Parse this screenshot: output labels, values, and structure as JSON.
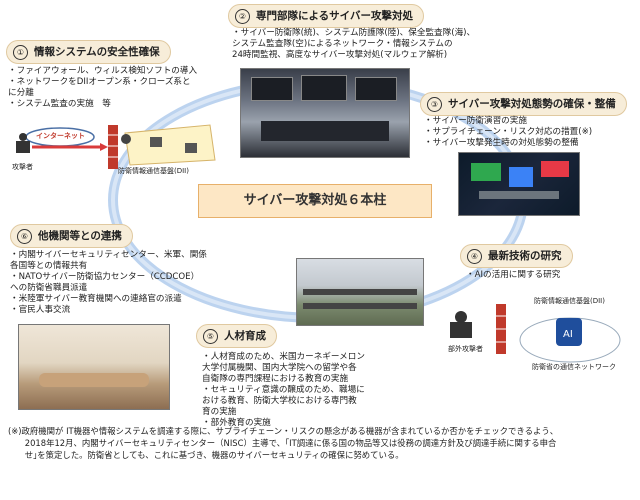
{
  "center": {
    "label": "サイバー攻撃対処６本柱"
  },
  "pillars": [
    {
      "num": "①",
      "title": "情報システムの安全性確保",
      "lines": [
        "・ファイアウォール、ウィルス検知ソフトの導入",
        "・ネットワークをDIIオープン系・クローズ系と",
        "  に分離",
        "・システム監査の実施　等"
      ]
    },
    {
      "num": "②",
      "title": "専門部隊によるサイバー攻撃対処",
      "lines": [
        "・サイバー防衛隊(統)、システム防護隊(陸)、保全監査隊(海)、",
        "  システム監査隊(空)によるネットワーク・情報システムの",
        "  24時間監視、高度なサイバー攻撃対処(マルウェア解析)"
      ]
    },
    {
      "num": "③",
      "title": "サイバー攻撃対処態勢の確保・整備",
      "lines": [
        "・サイバー防衛演習の実施",
        "・サプライチェーン・リスク対応の措置(※)",
        "・サイバー攻撃発生時の対処態勢の整備"
      ]
    },
    {
      "num": "④",
      "title": "最新技術の研究",
      "lines": [
        "・AIの活用に関する研究"
      ]
    },
    {
      "num": "⑤",
      "title": "人材育成",
      "lines": [
        "・人材育成のため、米国カーネギーメロン",
        "  大学付属機関、国内大学院への留学や各",
        "  自衛隊の専門課程における教育の実施",
        "・セキュリティ意識の醸成のため、職場に",
        "  おける教育、防衛大学校における専門教",
        "  育の実施",
        "・部外教育の実施"
      ]
    },
    {
      "num": "⑥",
      "title": "他機関等との連携",
      "lines": [
        "・内閣サイバーセキュリティセンター、米軍、関係",
        "  各国等との情報共有",
        "・NATOサイバー防衛協力センター（CCDCOE）",
        "  への防衛省職員派遣",
        "・米陸軍サイバー教育機関への連絡官の派遣",
        "・官民人事交流"
      ]
    }
  ],
  "diagram1": {
    "internet": "インターネット",
    "attacker": "攻撃者",
    "dii": "防衛情報通信基盤(DII)"
  },
  "diagram4": {
    "dii": "防衛情報通信基盤(DII)",
    "attacker": "部外攻撃者",
    "network": "防衛省の通信ネットワーク",
    "ai": "AI"
  },
  "note": {
    "lines": [
      "(※)政府機関が IT機器や情報システムを調達する際に、サプライチェーン・リスクの懸念がある機器が含まれているか否かをチェックできるよう、",
      "　　2018年12月、内閣サイバーセキュリティセンター（NISC）主導で、｢IT調達に係る国の物品等又は役務の調達方針及び調達手続に関する申合",
      "　　せ｣を策定した。防衛省としても、これに基づき、機器のサイバーセキュリティの確保に努めている。"
    ]
  },
  "colors": {
    "pill_bg": "#f7edd9",
    "ring": "#bcd3ef",
    "center_bg": "#fde7c5",
    "wall": "#c0392b"
  }
}
